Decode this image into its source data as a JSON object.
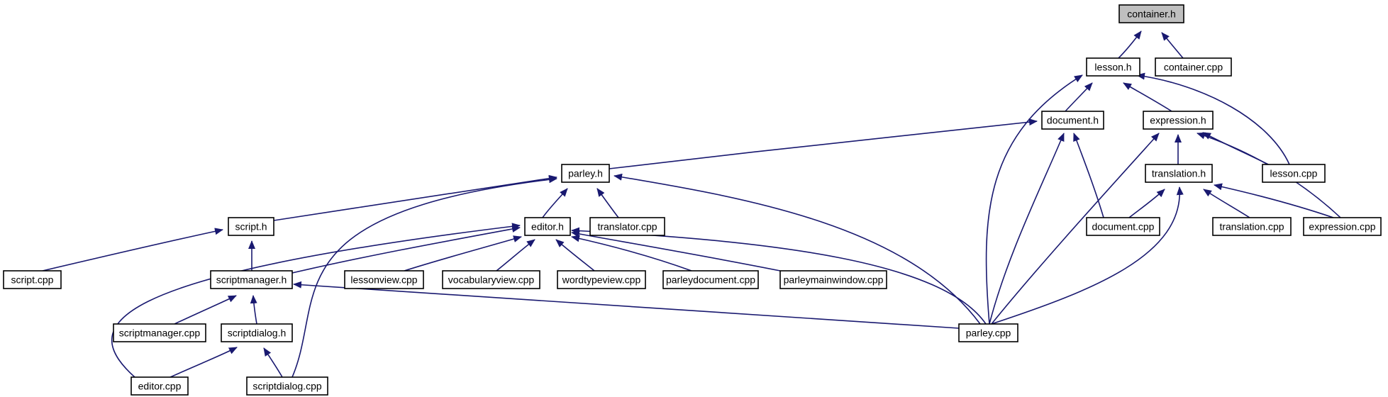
{
  "graph": {
    "edge_color": "#191970",
    "root_fill": "#bfbfbf",
    "nodes": [
      {
        "id": "container_h",
        "label": "container.h",
        "root": true
      },
      {
        "id": "lesson_h",
        "label": "lesson.h"
      },
      {
        "id": "container_cpp",
        "label": "container.cpp"
      },
      {
        "id": "document_h",
        "label": "document.h"
      },
      {
        "id": "expression_h",
        "label": "expression.h"
      },
      {
        "id": "parley_h",
        "label": "parley.h"
      },
      {
        "id": "translation_h",
        "label": "translation.h"
      },
      {
        "id": "lesson_cpp",
        "label": "lesson.cpp"
      },
      {
        "id": "script_h",
        "label": "script.h"
      },
      {
        "id": "editor_h",
        "label": "editor.h"
      },
      {
        "id": "translator_cpp",
        "label": "translator.cpp"
      },
      {
        "id": "document_cpp",
        "label": "document.cpp"
      },
      {
        "id": "translation_cpp",
        "label": "translation.cpp"
      },
      {
        "id": "expression_cpp",
        "label": "expression.cpp"
      },
      {
        "id": "script_cpp",
        "label": "script.cpp"
      },
      {
        "id": "scriptmanager_h",
        "label": "scriptmanager.h"
      },
      {
        "id": "lessonview_cpp",
        "label": "lessonview.cpp"
      },
      {
        "id": "vocabularyview_cpp",
        "label": "vocabularyview.cpp"
      },
      {
        "id": "wordtypeview_cpp",
        "label": "wordtypeview.cpp"
      },
      {
        "id": "parleydocument_cpp",
        "label": "parleydocument.cpp"
      },
      {
        "id": "parleymainwindow_cpp",
        "label": "parleymainwindow.cpp"
      },
      {
        "id": "scriptmanager_cpp",
        "label": "scriptmanager.cpp"
      },
      {
        "id": "scriptdialog_h",
        "label": "scriptdialog.h"
      },
      {
        "id": "parley_cpp",
        "label": "parley.cpp"
      },
      {
        "id": "editor_cpp",
        "label": "editor.cpp"
      },
      {
        "id": "scriptdialog_cpp",
        "label": "scriptdialog.cpp"
      }
    ],
    "edges": [
      {
        "from": "lesson_h",
        "to": "container_h"
      },
      {
        "from": "container_cpp",
        "to": "container_h"
      },
      {
        "from": "document_h",
        "to": "lesson_h"
      },
      {
        "from": "expression_h",
        "to": "lesson_h"
      },
      {
        "from": "lesson_cpp",
        "to": "lesson_h"
      },
      {
        "from": "parley_cpp",
        "to": "lesson_h"
      },
      {
        "from": "parley_h",
        "to": "document_h"
      },
      {
        "from": "parley_cpp",
        "to": "document_h"
      },
      {
        "from": "document_cpp",
        "to": "document_h"
      },
      {
        "from": "translation_h",
        "to": "expression_h"
      },
      {
        "from": "lesson_cpp",
        "to": "expression_h"
      },
      {
        "from": "expression_cpp",
        "to": "expression_h"
      },
      {
        "from": "parley_cpp",
        "to": "expression_h"
      },
      {
        "from": "document_cpp",
        "to": "translation_h"
      },
      {
        "from": "translation_cpp",
        "to": "translation_h"
      },
      {
        "from": "expression_cpp",
        "to": "translation_h"
      },
      {
        "from": "parley_cpp",
        "to": "translation_h"
      },
      {
        "from": "script_h",
        "to": "parley_h"
      },
      {
        "from": "editor_h",
        "to": "parley_h"
      },
      {
        "from": "translator_cpp",
        "to": "parley_h"
      },
      {
        "from": "parley_cpp",
        "to": "parley_h"
      },
      {
        "from": "scriptdialog_cpp",
        "to": "parley_h"
      },
      {
        "from": "script_cpp",
        "to": "script_h"
      },
      {
        "from": "scriptmanager_h",
        "to": "script_h"
      },
      {
        "from": "scriptmanager_h",
        "to": "editor_h"
      },
      {
        "from": "lessonview_cpp",
        "to": "editor_h"
      },
      {
        "from": "vocabularyview_cpp",
        "to": "editor_h"
      },
      {
        "from": "wordtypeview_cpp",
        "to": "editor_h"
      },
      {
        "from": "parleydocument_cpp",
        "to": "editor_h"
      },
      {
        "from": "parleymainwindow_cpp",
        "to": "editor_h"
      },
      {
        "from": "parley_cpp",
        "to": "editor_h"
      },
      {
        "from": "editor_cpp",
        "to": "editor_h"
      },
      {
        "from": "scriptmanager_cpp",
        "to": "scriptmanager_h"
      },
      {
        "from": "scriptdialog_h",
        "to": "scriptmanager_h"
      },
      {
        "from": "parley_cpp",
        "to": "scriptmanager_h"
      },
      {
        "from": "editor_cpp",
        "to": "scriptdialog_h"
      },
      {
        "from": "scriptdialog_cpp",
        "to": "scriptdialog_h"
      }
    ]
  }
}
